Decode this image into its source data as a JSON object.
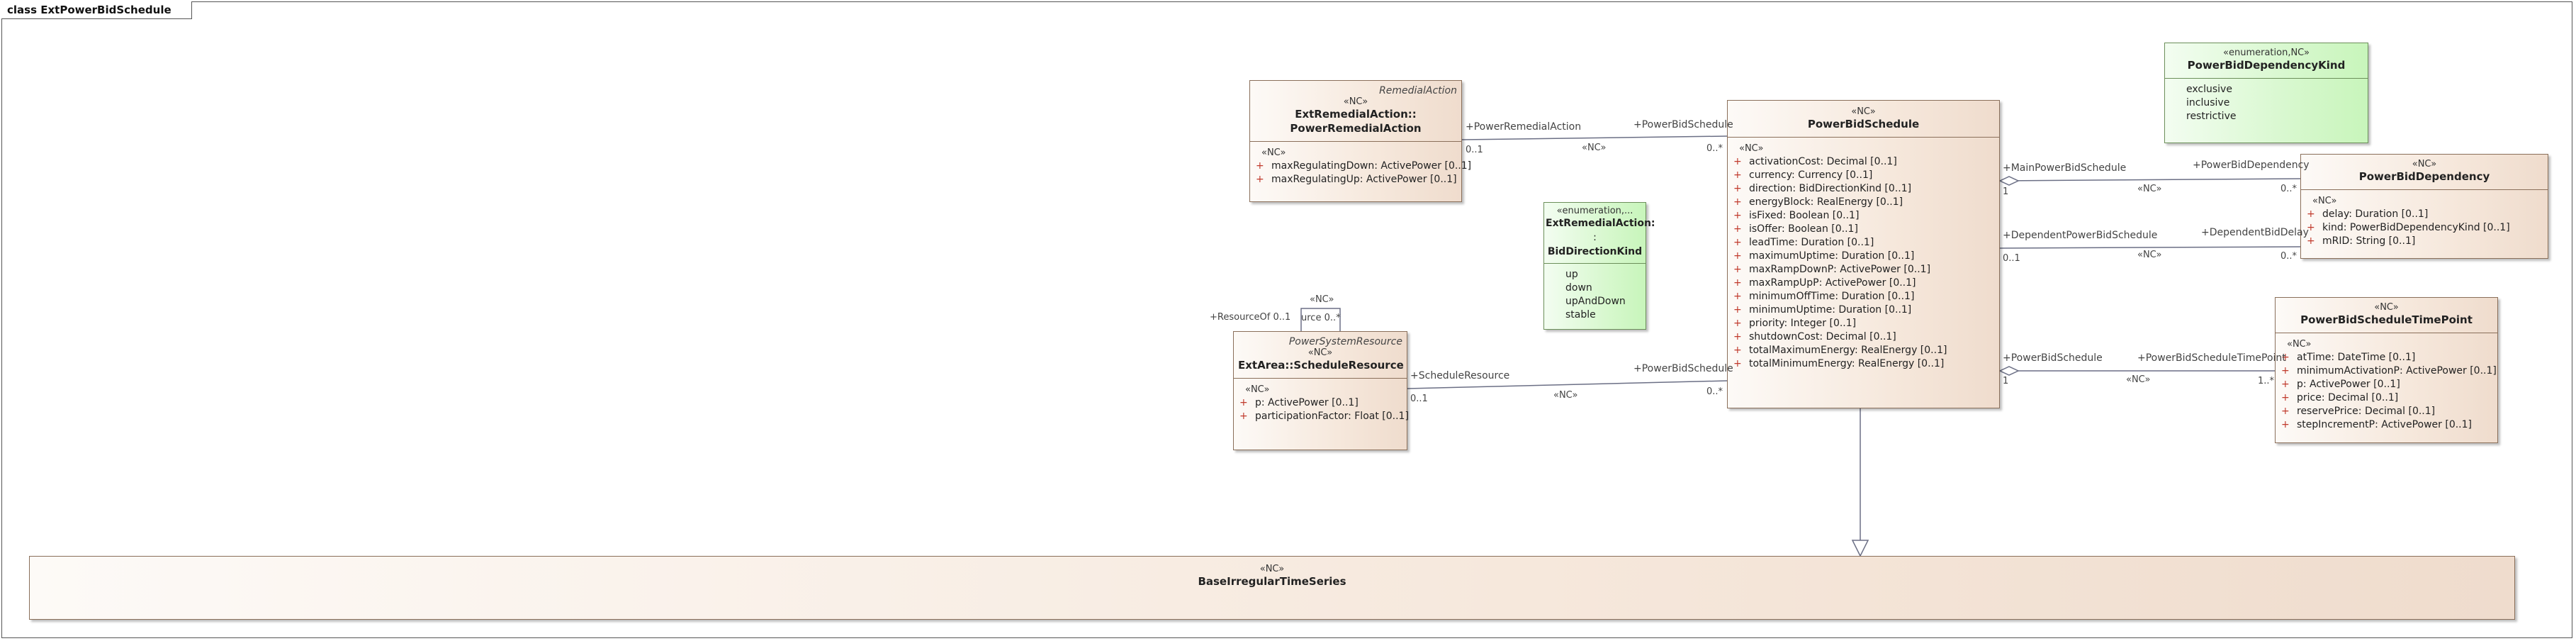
{
  "frame": {
    "title": "class ExtPowerBidSchedule"
  },
  "classes": {
    "ext_remedial": {
      "superclass": "RemedialAction",
      "stereotype": "«NC»",
      "name_line1": "ExtRemedialAction::",
      "name_line2": "PowerRemedialAction",
      "attr_stereotype": "«NC»",
      "attributes": [
        {
          "vis": "+",
          "text": "maxRegulatingDown: ActivePower [0..1]"
        },
        {
          "vis": "+",
          "text": "maxRegulatingUp: ActivePower [0..1]"
        }
      ]
    },
    "bid_direction": {
      "stereotype": "«enumeration,...",
      "name_line1": "ExtRemedialAction:",
      "name_sep": ":",
      "name_line2": "BidDirectionKind",
      "literals": [
        "up",
        "down",
        "upAndDown",
        "stable"
      ]
    },
    "schedule_resource": {
      "superclass": "PowerSystemResource",
      "stereotype": "«NC»",
      "name": "ExtArea::ScheduleResource",
      "attr_stereotype": "«NC»",
      "attributes": [
        {
          "vis": "+",
          "text": "p: ActivePower [0..1]"
        },
        {
          "vis": "+",
          "text": "participationFactor: Float [0..1]"
        }
      ]
    },
    "power_bid_schedule": {
      "stereotype": "«NC»",
      "name": "PowerBidSchedule",
      "attr_stereotype": "«NC»",
      "attributes": [
        {
          "vis": "+",
          "text": "activationCost: Decimal [0..1]"
        },
        {
          "vis": "+",
          "text": "currency: Currency [0..1]"
        },
        {
          "vis": "+",
          "text": "direction: BidDirectionKind [0..1]"
        },
        {
          "vis": "+",
          "text": "energyBlock: RealEnergy [0..1]"
        },
        {
          "vis": "+",
          "text": "isFixed: Boolean [0..1]"
        },
        {
          "vis": "+",
          "text": "isOffer: Boolean [0..1]"
        },
        {
          "vis": "+",
          "text": "leadTime: Duration [0..1]"
        },
        {
          "vis": "+",
          "text": "maximumUptime: Duration [0..1]"
        },
        {
          "vis": "+",
          "text": "maxRampDownP: ActivePower [0..1]"
        },
        {
          "vis": "+",
          "text": "maxRampUpP: ActivePower [0..1]"
        },
        {
          "vis": "+",
          "text": "minimumOffTime: Duration [0..1]"
        },
        {
          "vis": "+",
          "text": "minimumUptime: Duration [0..1]"
        },
        {
          "vis": "+",
          "text": "priority: Integer [0..1]"
        },
        {
          "vis": "+",
          "text": "shutdownCost: Decimal [0..1]"
        },
        {
          "vis": "+",
          "text": "totalMaximumEnergy: RealEnergy [0..1]"
        },
        {
          "vis": "+",
          "text": "totalMinimumEnergy: RealEnergy [0..1]"
        }
      ]
    },
    "dependency_kind": {
      "stereotype": "«enumeration,NC»",
      "name": "PowerBidDependencyKind",
      "literals": [
        "exclusive",
        "inclusive",
        "restrictive"
      ]
    },
    "dependency": {
      "stereotype": "«NC»",
      "name": "PowerBidDependency",
      "attr_stereotype": "«NC»",
      "attributes": [
        {
          "vis": "+",
          "text": "delay: Duration [0..1]"
        },
        {
          "vis": "+",
          "text": "kind: PowerBidDependencyKind [0..1]"
        },
        {
          "vis": "+",
          "text": "mRID: String [0..1]"
        }
      ]
    },
    "time_point": {
      "stereotype": "«NC»",
      "name": "PowerBidScheduleTimePoint",
      "attr_stereotype": "«NC»",
      "attributes": [
        {
          "vis": "+",
          "text": "atTime: DateTime [0..1]"
        },
        {
          "vis": "+",
          "text": "minimumActivationP: ActivePower [0..1]"
        },
        {
          "vis": "+",
          "text": "p: ActivePower [0..1]"
        },
        {
          "vis": "+",
          "text": "price: Decimal [0..1]"
        },
        {
          "vis": "+",
          "text": "reservePrice: Decimal [0..1]"
        },
        {
          "vis": "+",
          "text": "stepIncrementP: ActivePower [0..1]"
        }
      ]
    },
    "base_series": {
      "stereotype": "«NC»",
      "name": "BaseIrregularTimeSeries"
    }
  },
  "associations": {
    "remedial": {
      "role_a": "+PowerRemedialAction",
      "mult_a": "0..1",
      "role_b": "+PowerBidSchedule",
      "mult_b": "0..*",
      "stereotype": "«NC»"
    },
    "resource": {
      "role_a": "+ScheduleResource",
      "mult_a": "0..1",
      "role_b": "+PowerBidSchedule",
      "mult_b": "0..*",
      "stereotype": "«NC»"
    },
    "self_ref": {
      "role": "+ResourceOf 0..1",
      "stereotype": "«NC»",
      "source": "urce 0..*"
    },
    "main_dep": {
      "role_a": "+MainPowerBidSchedule",
      "mult_a": "1",
      "role_b": "+PowerBidDependency",
      "mult_b": "0..*",
      "stereotype": "«NC»"
    },
    "dependent_dep": {
      "role_a": "+DependentPowerBidSchedule",
      "mult_a": "0..1",
      "role_b": "+DependentBidDelay",
      "mult_b": "0..*",
      "stereotype": "«NC»"
    },
    "timepoint": {
      "role_a": "+PowerBidSchedule",
      "mult_a": "1",
      "role_b": "+PowerBidScheduleTimePoint",
      "mult_b": "1..*",
      "stereotype": "«NC»"
    }
  },
  "colors": {
    "class_fill": "#f6e8dc",
    "enum_fill": "#d8f8cf",
    "line": "#6b6f85",
    "visibility": "#c0392b"
  }
}
